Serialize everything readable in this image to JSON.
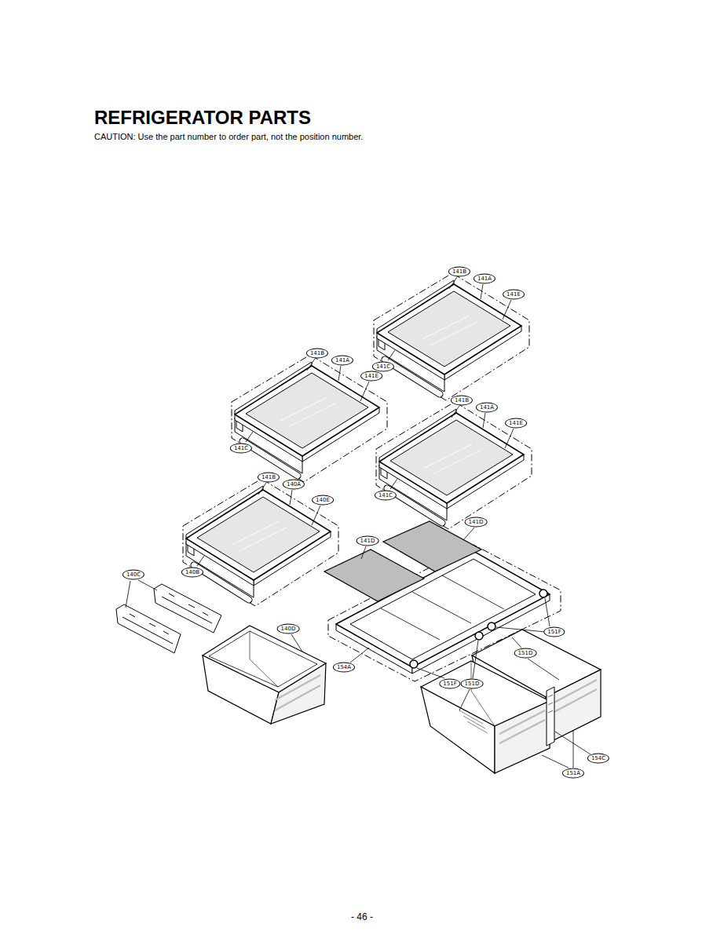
{
  "diagram": {
    "title": "REFRIGERATOR PARTS",
    "labels": [
      "CAUTION: Use the part number to order part, not the position number.",
      "141B",
      "141A",
      "141E",
      "141C",
      "141B",
      "141A",
      "141E",
      "141C",
      "141B",
      "141A",
      "141E",
      "141C",
      "141B",
      "140A",
      "140E",
      "140B",
      "141D",
      "141D",
      "140C",
      "140D",
      "151F",
      "151D",
      "154A",
      "151F",
      "151D",
      "154C",
      "151A",
      "- 46 -"
    ]
  }
}
